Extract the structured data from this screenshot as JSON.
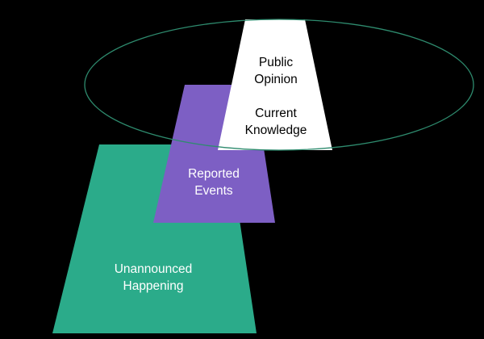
{
  "diagram": {
    "shapes": {
      "unannounced": {
        "label_lines": [
          "Unannounced",
          "Happening"
        ],
        "fill": "#2bab8a",
        "text_color": "#ffffff"
      },
      "reported": {
        "label_lines": [
          "Reported",
          "Events"
        ],
        "fill": "#7d5fc4",
        "text_color": "#ffffff"
      },
      "public": {
        "label_lines": [
          "Public",
          "Opinion"
        ],
        "fill": "#ffffff",
        "text_color": "#000000"
      },
      "knowledge": {
        "label_lines": [
          "Current",
          "Knowledge"
        ],
        "text_color": "#000000"
      }
    },
    "ellipse": {
      "stroke": "#2e8b6e"
    },
    "background": "#000000"
  }
}
